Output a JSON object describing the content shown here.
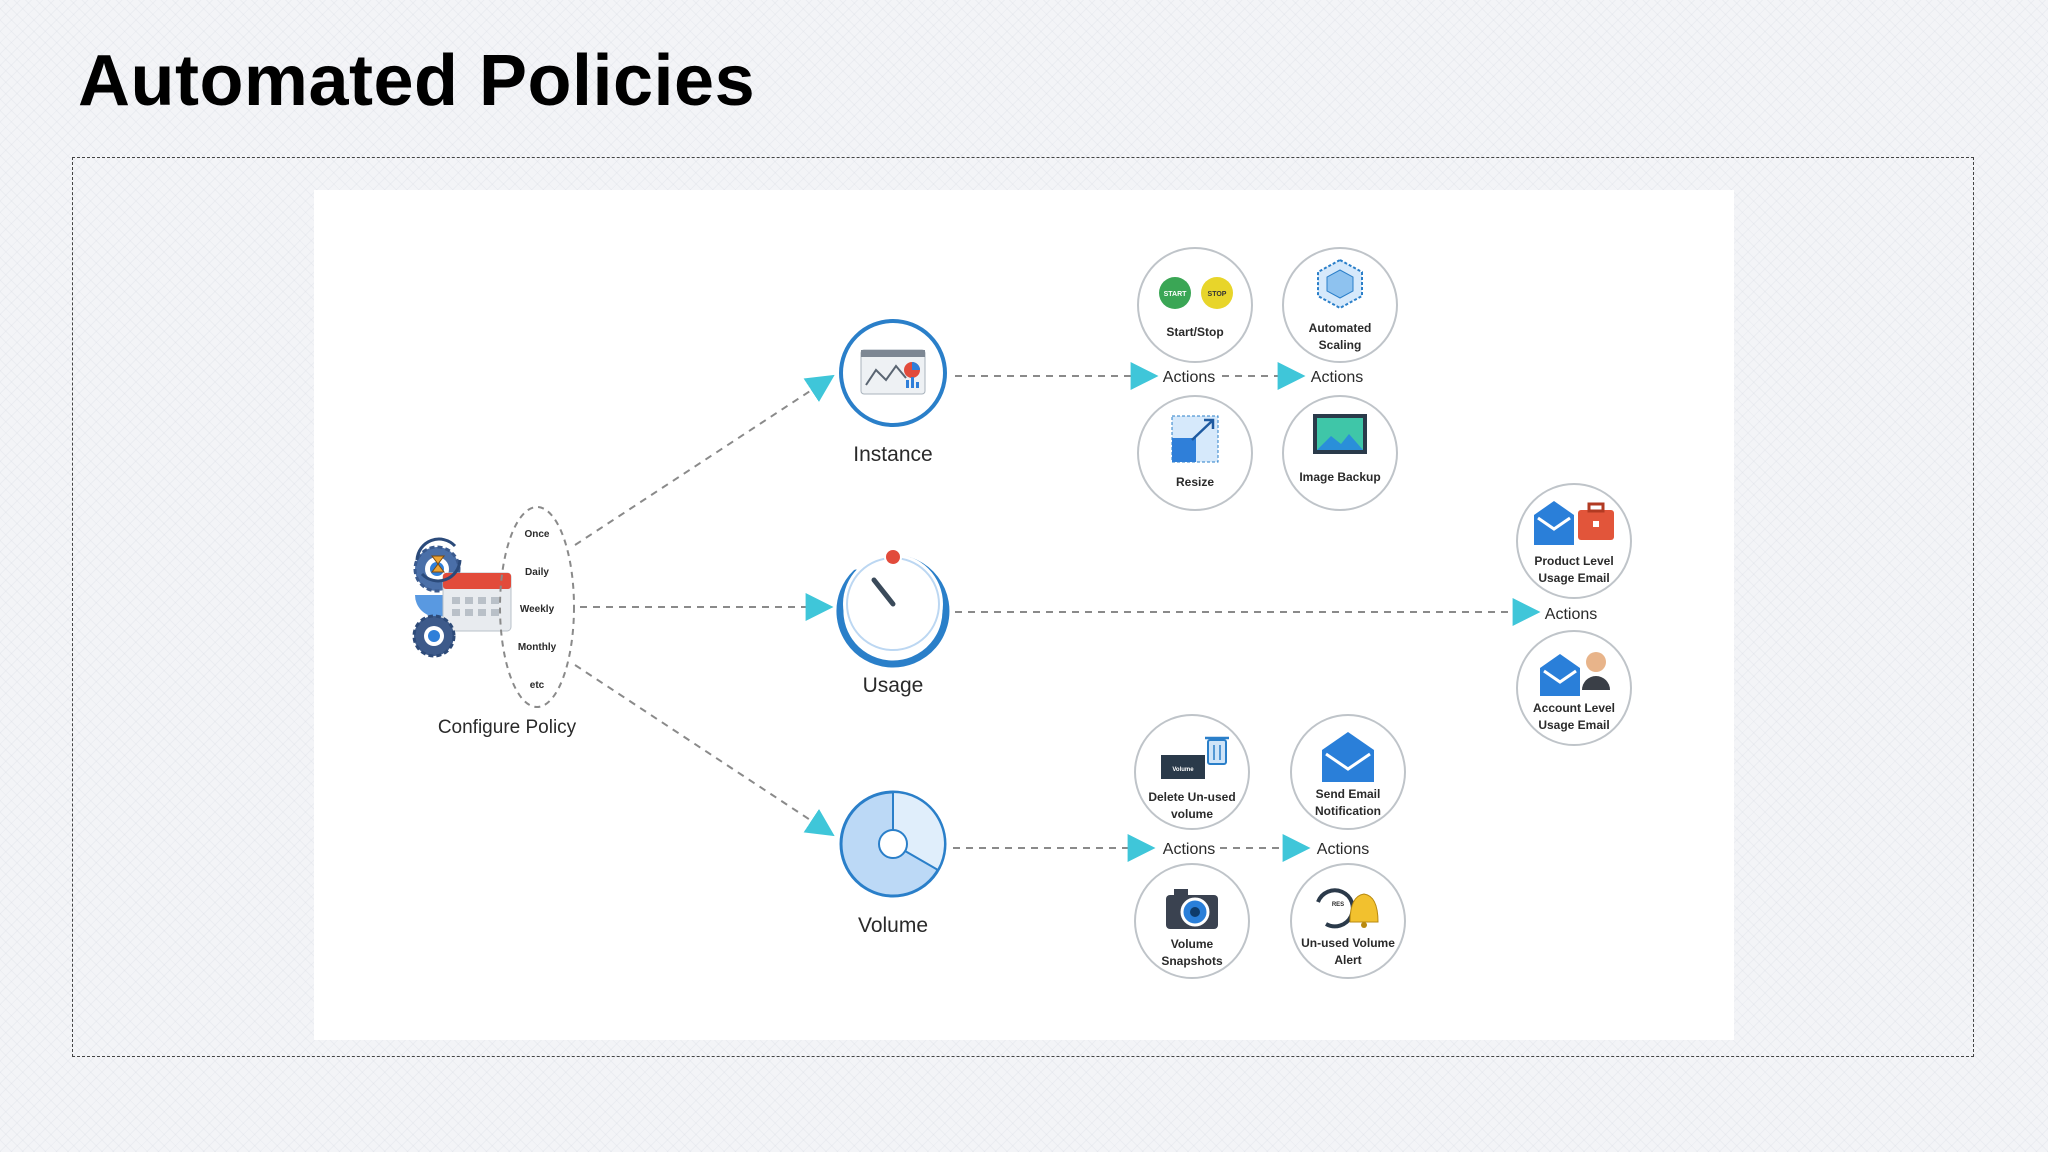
{
  "slide": {
    "title": "Automated Policies"
  },
  "configure": {
    "label": "Configure Policy",
    "schedules": [
      "Once",
      "Daily",
      "Weekly",
      "Monthly",
      "etc"
    ]
  },
  "nodes": {
    "instance": "Instance",
    "usage": "Usage",
    "volume": "Volume"
  },
  "actions_label": "Actions",
  "instance_actions": {
    "start_stop": "Start/Stop",
    "start_btn": "START",
    "stop_btn": "STOP",
    "automated_scaling_1": "Automated",
    "automated_scaling_2": "Scaling",
    "resize": "Resize",
    "image_backup": "Image Backup"
  },
  "usage_actions": {
    "product_1": "Product Level",
    "product_2": "Usage Email",
    "account_1": "Account Level",
    "account_2": "Usage Email"
  },
  "volume_actions": {
    "delete_1": "Delete Un-used",
    "delete_2": "volume",
    "volume_tag": "Volume",
    "send_1": "Send Email",
    "send_2": "Notification",
    "snap_1": "Volume",
    "snap_2": "Snapshots",
    "alert_1": "Un-used Volume",
    "alert_2": "Alert",
    "alert_tag": "RES"
  }
}
